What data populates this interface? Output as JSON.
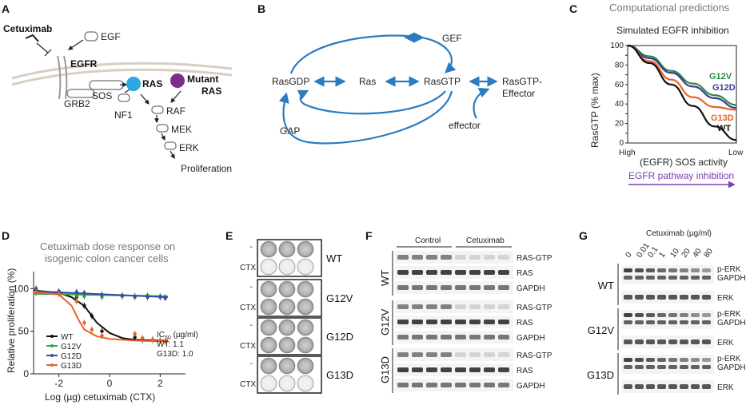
{
  "panels": {
    "A": "A",
    "B": "B",
    "C": "C",
    "D": "D",
    "E": "E",
    "F": "F",
    "G": "G"
  },
  "panel_a": {
    "cetuximab": "Cetuximab",
    "egf": "EGF",
    "egfr": "EGFR",
    "ras": "RAS",
    "mutant_ras_1": "Mutant",
    "mutant_ras_2": "RAS",
    "grb2": "GRB2",
    "sos": "SOS",
    "nf1": "NF1",
    "raf": "RAF",
    "mek": "MEK",
    "erk": "ERK",
    "proliferation": "Proliferation",
    "colors": {
      "ras": "#29a9e0",
      "mutant": "#7b2d8e"
    }
  },
  "panel_b": {
    "gef": "GEF",
    "rasgdp": "RasGDP",
    "ras": "Ras",
    "rasgtp": "RasGTP",
    "complex_1": "RasGTP-",
    "complex_2": "Effector",
    "effector": "effector",
    "gap": "GAP",
    "arrow_color": "#2b7bbf"
  },
  "panel_c": {
    "header": "Computational predictions",
    "chart_data": {
      "type": "line",
      "title": "Simulated EGFR inhibition",
      "xlabel": "(EGFR) SOS activity",
      "ylabel": "RasGTP (% max)",
      "x_tick_labels": [
        "High",
        "Low"
      ],
      "x": [
        0,
        0.2,
        0.4,
        0.6,
        0.8,
        1.0
      ],
      "ylim": [
        0,
        100
      ],
      "yticks": [
        0,
        10,
        20,
        30,
        40,
        50,
        60,
        70,
        80,
        90,
        100
      ],
      "series": [
        {
          "name": "G12V",
          "color": "#2e8b3d",
          "values": [
            100,
            89,
            74,
            61,
            49,
            39
          ]
        },
        {
          "name": "G12D",
          "color": "#3a3c9a",
          "values": [
            100,
            87,
            72,
            58,
            46,
            36
          ]
        },
        {
          "name": "G13D",
          "color": "#e8632b",
          "values": [
            100,
            84,
            65,
            47,
            37,
            34
          ]
        },
        {
          "name": "WT",
          "color": "#111111",
          "values": [
            100,
            82,
            60,
            38,
            17,
            3
          ]
        }
      ]
    },
    "pathway_label": "EGFR pathway inhibition",
    "pathway_color": "#7b3fb0"
  },
  "panel_d": {
    "subtitle_1": "Cetuximab dose response on",
    "subtitle_2": "isogenic colon cancer cells",
    "chart_data": {
      "type": "scatter",
      "xlabel": "Log (µg) cetuximab (CTX)",
      "ylabel": "Relative proliferation (%)",
      "xlim": [
        -3,
        3
      ],
      "xticks": [
        -2,
        0,
        2
      ],
      "ylim": [
        0,
        120
      ],
      "yticks": [
        0,
        50,
        100
      ],
      "series": [
        {
          "name": "WT",
          "color": "#111111",
          "x": [
            -2.9,
            -2,
            -1.3,
            -1,
            -0.7,
            -0.3,
            1,
            1.3,
            1.7,
            2,
            2.2
          ],
          "y": [
            96,
            95,
            90,
            80,
            68,
            50,
            43,
            40,
            40,
            39,
            38
          ],
          "fit": [
            [
              -3,
              98
            ],
            [
              -2,
              95
            ],
            [
              -1.5,
              90
            ],
            [
              -1,
              80
            ],
            [
              -0.5,
              60
            ],
            [
              0,
              48
            ],
            [
              0.5,
              42
            ],
            [
              1,
              40
            ],
            [
              2,
              39
            ],
            [
              2.3,
              39
            ]
          ]
        },
        {
          "name": "G12V",
          "color": "#2eab4a",
          "x": [
            -2.9,
            -2,
            -1.3,
            -1,
            -0.3,
            0.5,
            1,
            1.5,
            2,
            2.2
          ],
          "y": [
            95,
            94,
            92,
            91,
            90,
            91,
            90,
            92,
            91,
            90
          ],
          "fit": [
            [
              -3,
              94
            ],
            [
              2.3,
              91
            ]
          ]
        },
        {
          "name": "G12D",
          "color": "#3b4aa3",
          "x": [
            -2.9,
            -2,
            -1.3,
            -1,
            -0.3,
            0.5,
            1,
            1.5,
            2,
            2.2
          ],
          "y": [
            100,
            97,
            96,
            95,
            93,
            92,
            91,
            90,
            90,
            89
          ],
          "fit": [
            [
              -3,
              97
            ],
            [
              2.3,
              90
            ]
          ]
        },
        {
          "name": "G13D",
          "color": "#e8632b",
          "x": [
            -2.9,
            -2,
            -1.3,
            -1,
            -0.7,
            -0.3,
            1,
            1.3,
            1.7,
            2,
            2.2
          ],
          "y": [
            96,
            94,
            85,
            60,
            52,
            45,
            47,
            42,
            40,
            39,
            38
          ],
          "fit": [
            [
              -3,
              96
            ],
            [
              -2,
              93
            ],
            [
              -1.5,
              80
            ],
            [
              -1.2,
              62
            ],
            [
              -1,
              52
            ],
            [
              -0.5,
              44
            ],
            [
              0,
              41
            ],
            [
              1,
              39
            ],
            [
              2.3,
              38
            ]
          ]
        }
      ]
    },
    "ic50_title": "IC",
    "ic50_sub": "50",
    "ic50_unit": " (µg/ml)",
    "ic50_wt": "WT: 1.1",
    "ic50_g13d": "G13D: 1.0"
  },
  "panel_e": {
    "dash": "-",
    "ctx": "CTX",
    "rows": [
      "WT",
      "G12V",
      "G12D",
      "G13D"
    ]
  },
  "panel_f": {
    "control": "Control",
    "cetuximab": "Cetuximab",
    "rows": [
      "WT",
      "G12V",
      "G13D"
    ],
    "blots": [
      "RAS-GTP",
      "RAS",
      "GAPDH"
    ]
  },
  "panel_g": {
    "title": "Cetuximab (µg/ml)",
    "doses": [
      "0",
      "0.01",
      "0.1",
      "1",
      "10",
      "20",
      "40",
      "80"
    ],
    "rows": [
      "WT",
      "G12V",
      "G13D"
    ],
    "perk_1": "p-ERK",
    "perk_2": "GAPDH",
    "erk": "ERK"
  }
}
